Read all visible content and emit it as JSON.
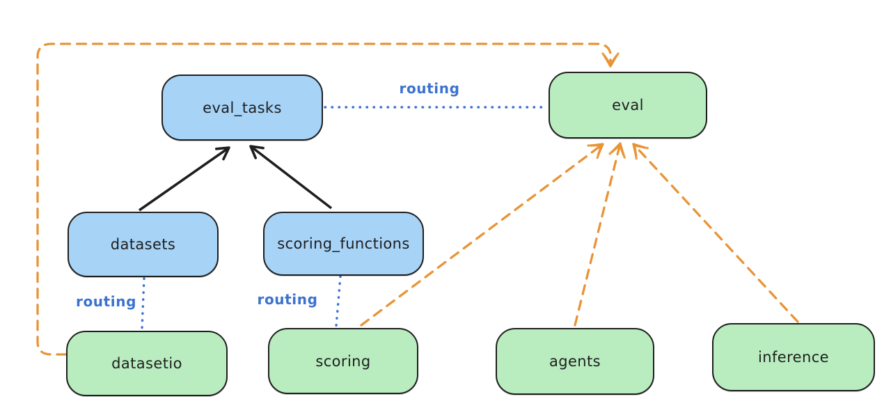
{
  "diagram": {
    "type": "architecture-flow-diagram",
    "nodes": [
      {
        "id": "eval_tasks",
        "label": "eval_tasks",
        "kind": "resource",
        "fill": "blue"
      },
      {
        "id": "eval",
        "label": "eval",
        "kind": "api",
        "fill": "green"
      },
      {
        "id": "datasets",
        "label": "datasets",
        "kind": "resource",
        "fill": "blue"
      },
      {
        "id": "scoring_functions",
        "label": "scoring_functions",
        "kind": "resource",
        "fill": "blue"
      },
      {
        "id": "datasetio",
        "label": "datasetio",
        "kind": "api",
        "fill": "green"
      },
      {
        "id": "scoring",
        "label": "scoring",
        "kind": "api",
        "fill": "green"
      },
      {
        "id": "agents",
        "label": "agents",
        "kind": "api",
        "fill": "green"
      },
      {
        "id": "inference",
        "label": "inference",
        "kind": "api",
        "fill": "green"
      }
    ],
    "edges": [
      {
        "from": "datasets",
        "to": "eval_tasks",
        "style": "solid",
        "color": "black"
      },
      {
        "from": "scoring_functions",
        "to": "eval_tasks",
        "style": "solid",
        "color": "black"
      },
      {
        "from": "eval_tasks",
        "to": "eval",
        "style": "dotted",
        "color": "blue",
        "label": "routing"
      },
      {
        "from": "datasets",
        "to": "datasetio",
        "style": "dotted",
        "color": "blue",
        "label": "routing"
      },
      {
        "from": "scoring_functions",
        "to": "scoring",
        "style": "dotted",
        "color": "blue",
        "label": "routing"
      },
      {
        "from": "datasetio",
        "to": "eval",
        "style": "dashed",
        "color": "orange"
      },
      {
        "from": "scoring",
        "to": "eval",
        "style": "dashed",
        "color": "orange"
      },
      {
        "from": "agents",
        "to": "eval",
        "style": "dashed",
        "color": "orange"
      },
      {
        "from": "inference",
        "to": "eval",
        "style": "dashed",
        "color": "orange"
      }
    ],
    "colors": {
      "background": "#ffffff",
      "node_fill_blue": "#a7d3f7",
      "node_fill_green": "#b9edc0",
      "node_border": "#1e1e1e",
      "solid_arrow": "#1e1e1e",
      "routing_line": "#3b72cf",
      "routing_label": "#3b72cf",
      "provider_arrow": "#e89436"
    }
  }
}
